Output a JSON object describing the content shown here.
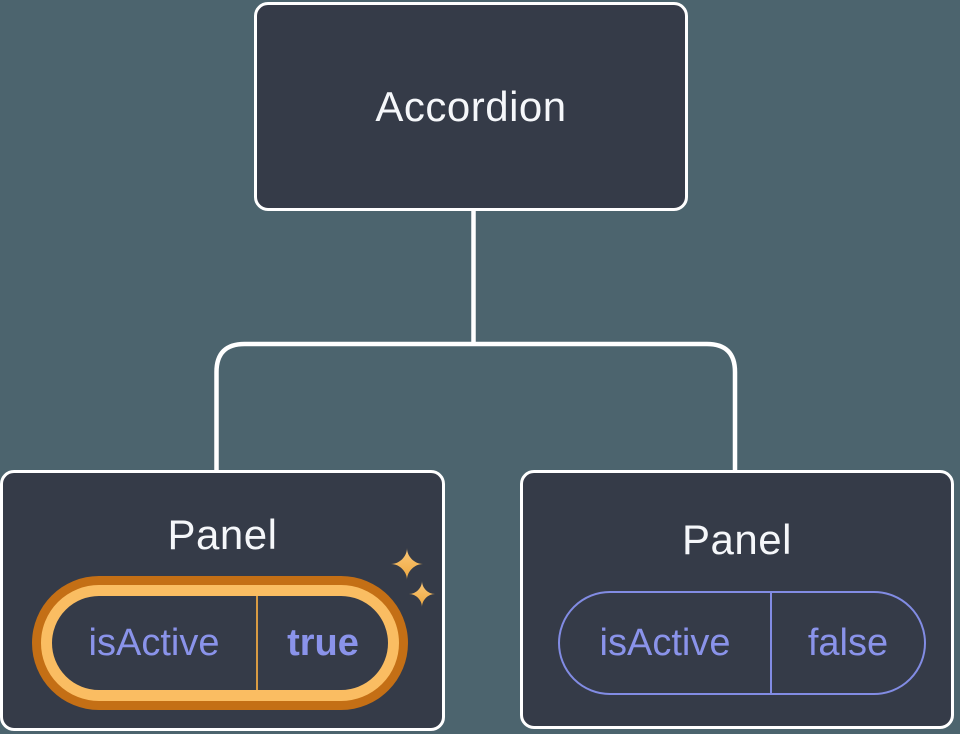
{
  "colors": {
    "background": "#4C646E",
    "node_fill": "#353B48",
    "node_border": "#FFFFFF",
    "title_text": "#F5F7FA",
    "connector": "#FFFFFF",
    "state_text": "#8A93EA",
    "state_border": "#828CE4",
    "highlight_outer": "#C46F15",
    "highlight_inner": "#FABD62",
    "highlight_divider": "#D89B43",
    "sparkle_light": "#FBC878",
    "sparkle_dark": "#EEA83F"
  },
  "tree": {
    "root": {
      "title": "Accordion"
    },
    "children": [
      {
        "title": "Panel",
        "state_name": "isActive",
        "state_value": "true",
        "highlighted": true
      },
      {
        "title": "Panel",
        "state_name": "isActive",
        "state_value": "false",
        "highlighted": false
      }
    ]
  }
}
